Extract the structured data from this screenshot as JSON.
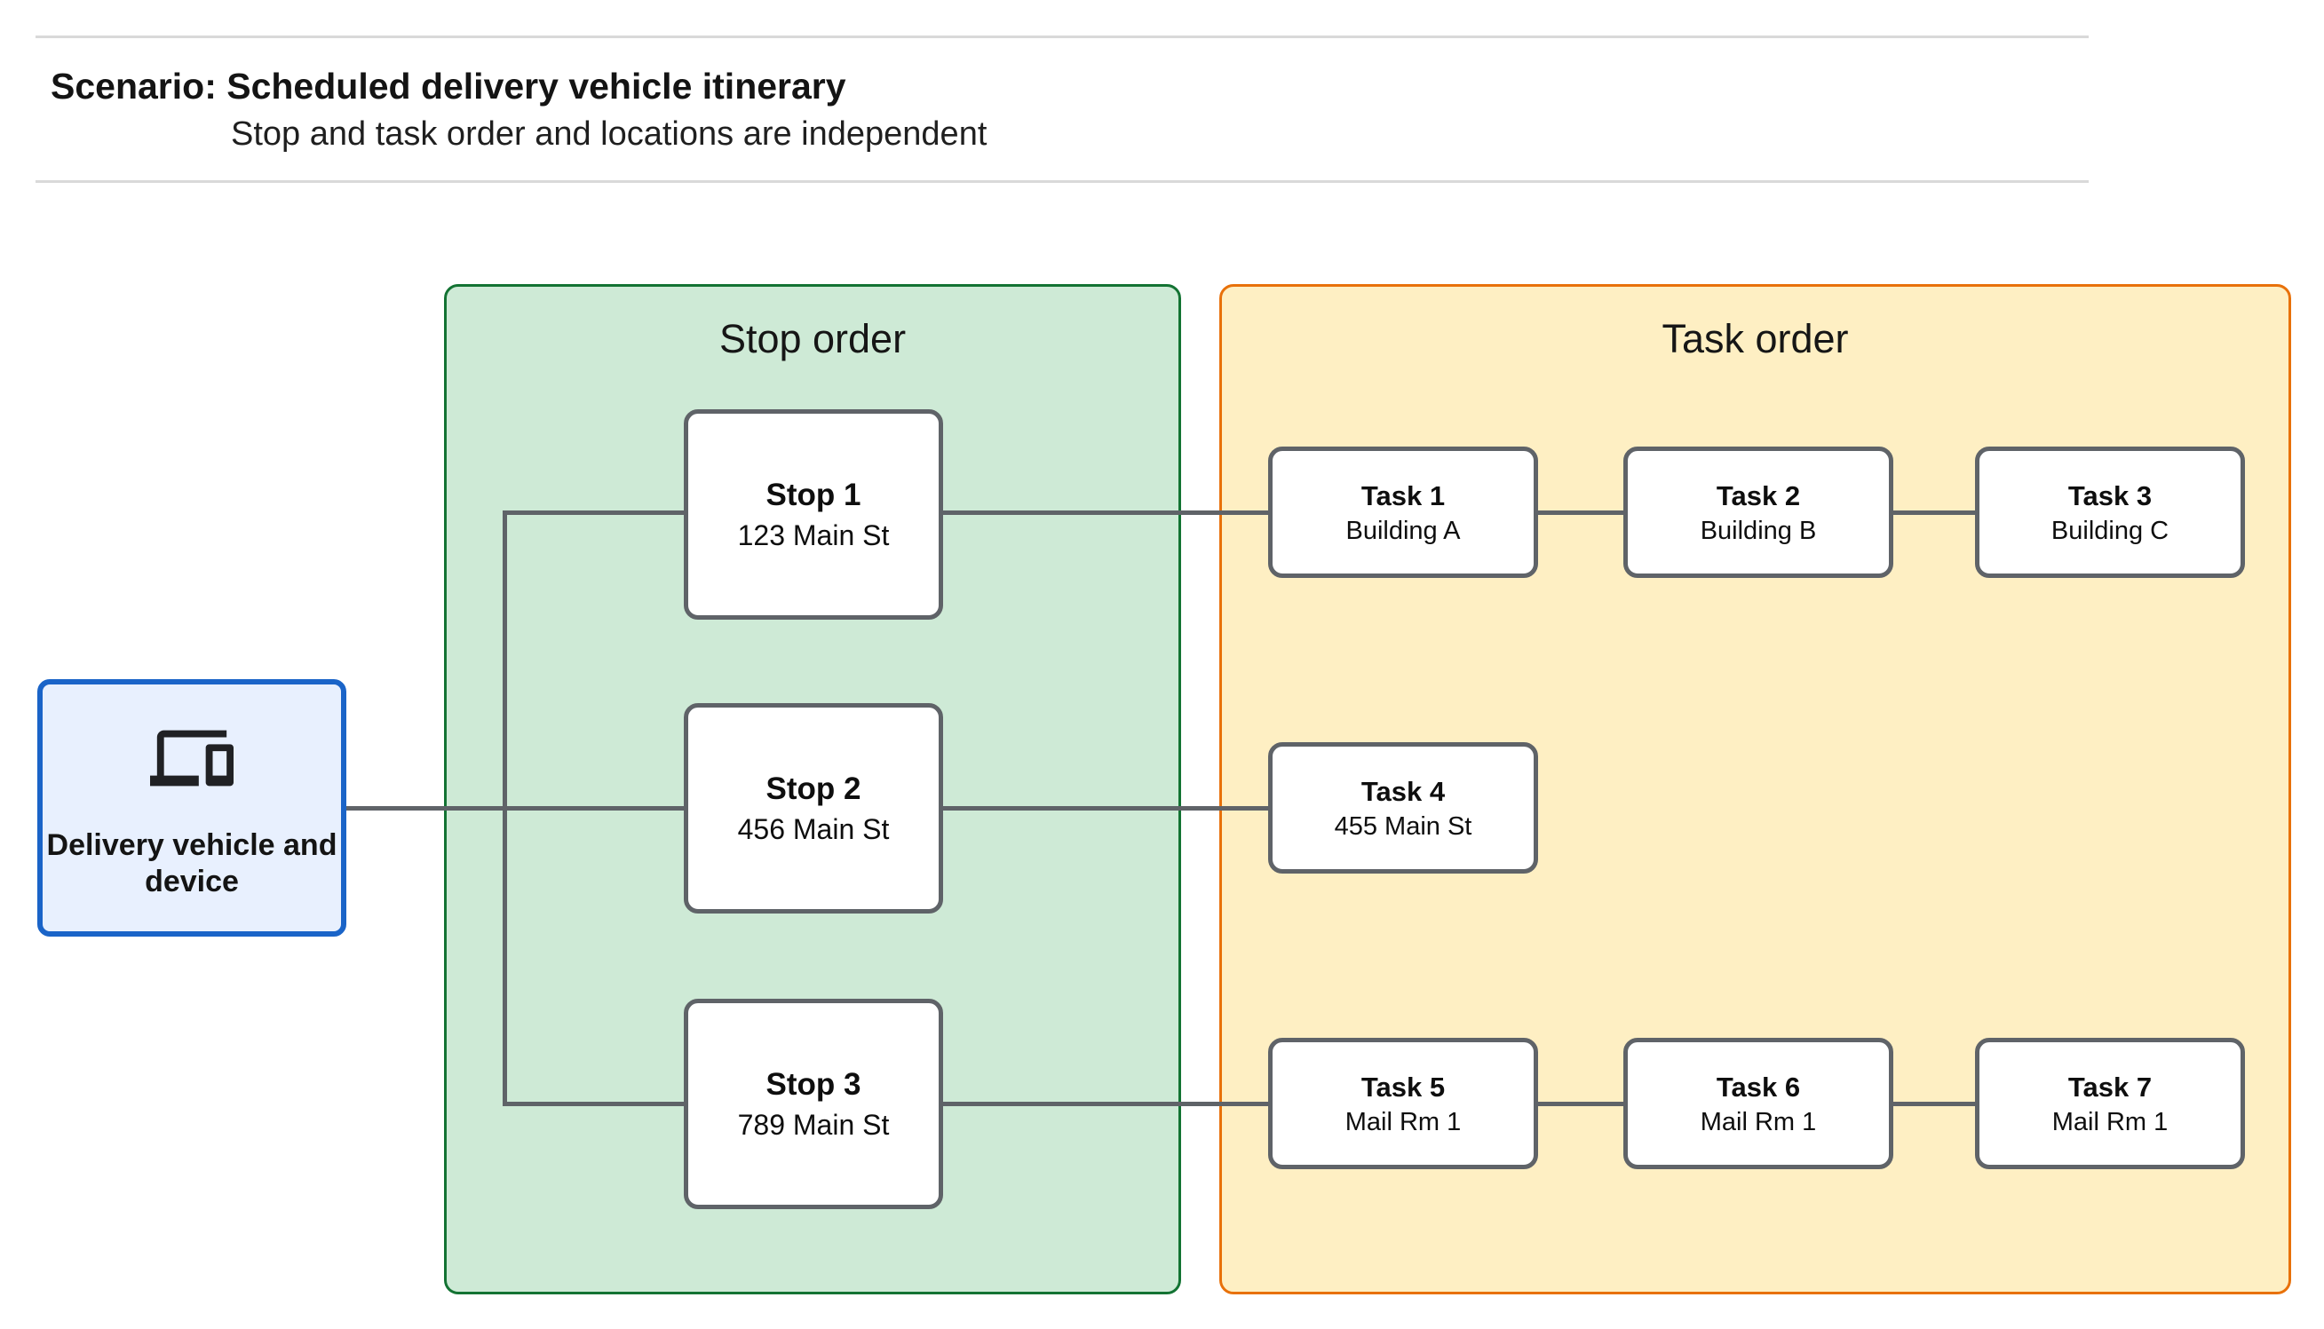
{
  "header": {
    "title": "Scenario: Scheduled delivery vehicle itinerary",
    "subtitle": "Stop and task order and locations are independent"
  },
  "device": {
    "label": "Delivery vehicle and device",
    "icon": "devices-icon"
  },
  "panels": {
    "stop": {
      "title": "Stop order",
      "fill": "#ceead6",
      "border": "#137333"
    },
    "task": {
      "title": "Task order",
      "fill": "#feefc3",
      "border": "#e8710a"
    }
  },
  "stops": [
    {
      "label": "Stop 1",
      "location": "123 Main St"
    },
    {
      "label": "Stop 2",
      "location": "456 Main St"
    },
    {
      "label": "Stop 3",
      "location": "789 Main St"
    }
  ],
  "tasks": [
    {
      "label": "Task 1",
      "location": "Building A"
    },
    {
      "label": "Task 2",
      "location": "Building B"
    },
    {
      "label": "Task 3",
      "location": "Building C"
    },
    {
      "label": "Task 4",
      "location": "455 Main St"
    },
    {
      "label": "Task 5",
      "location": "Mail Rm 1"
    },
    {
      "label": "Task 6",
      "location": "Mail Rm 1"
    },
    {
      "label": "Task 7",
      "location": "Mail Rm 1"
    }
  ],
  "colors": {
    "connector": "#5f6368",
    "node_border": "#5f6368",
    "device_fill": "#e8f0fe",
    "device_border": "#1a64c8",
    "rule": "#d9d9d9"
  }
}
